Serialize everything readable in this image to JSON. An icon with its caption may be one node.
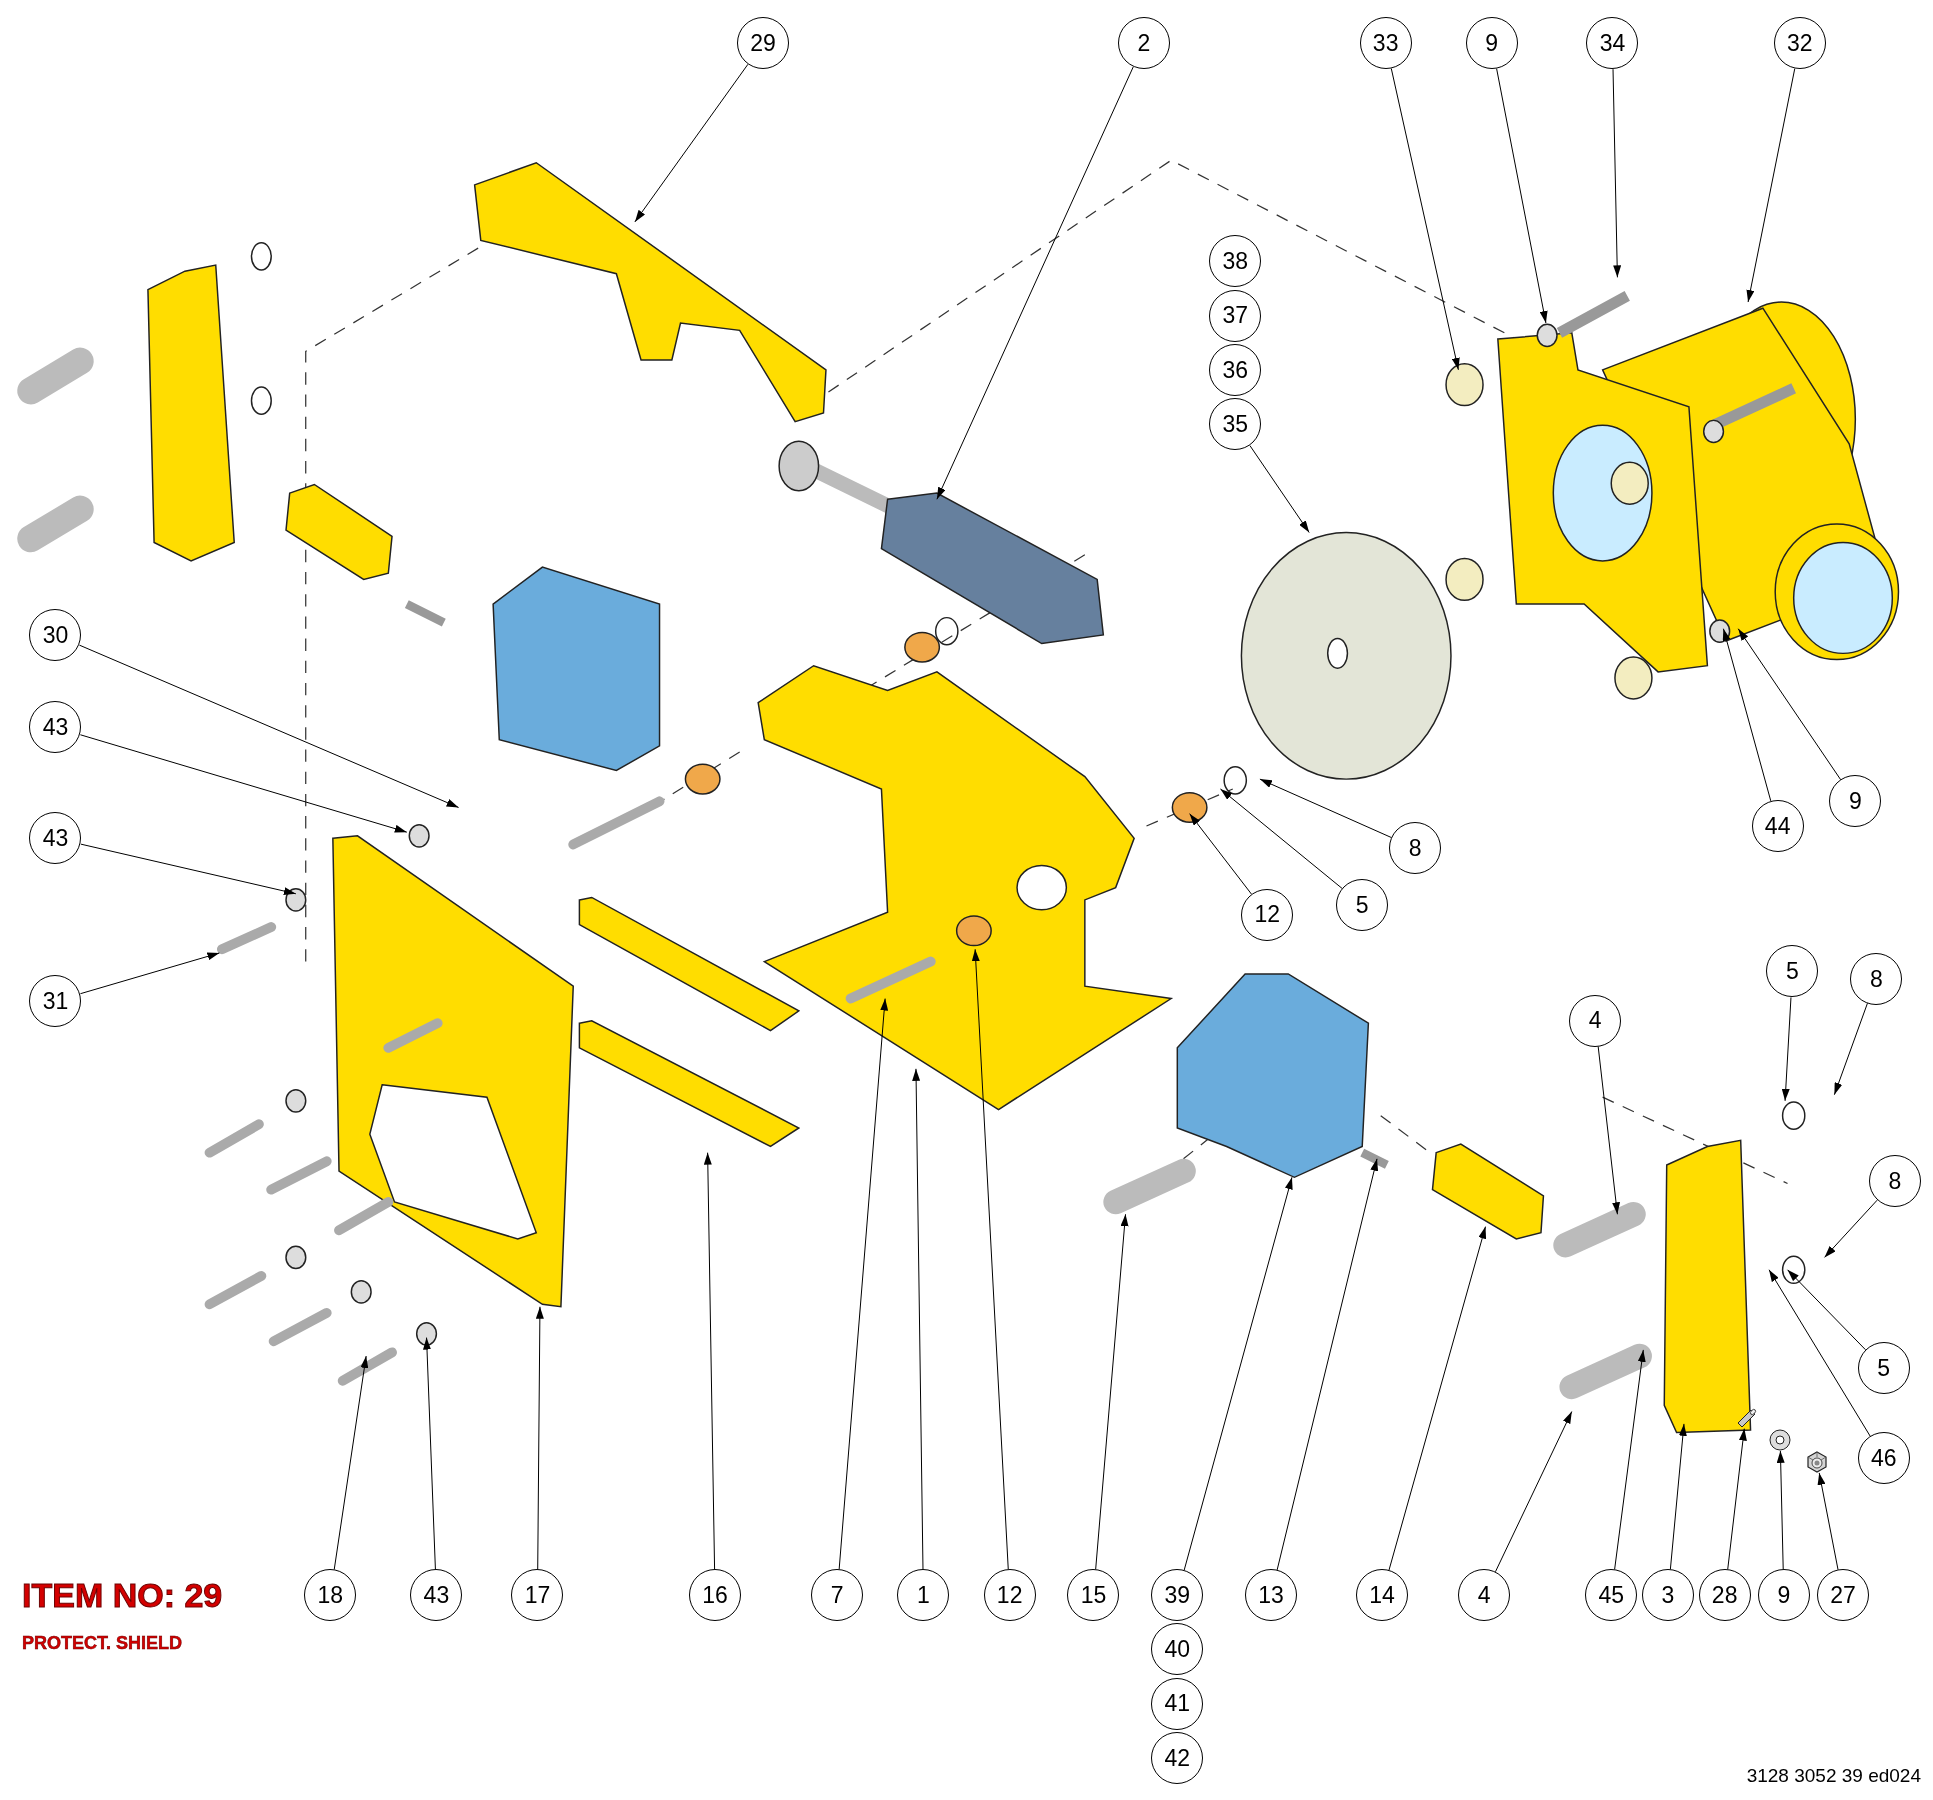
{
  "diagram": {
    "nodes": [
      {
        "text": [
          "29"
        ]
      },
      {
        "text": [
          "2"
        ]
      },
      {
        "text": [
          "33"
        ]
      },
      {
        "text": [
          "9"
        ]
      },
      {
        "text": [
          "34"
        ]
      },
      {
        "text": [
          "32"
        ]
      },
      {
        "text": [
          "38"
        ]
      },
      {
        "text": [
          "37"
        ]
      },
      {
        "text": [
          "36"
        ]
      },
      {
        "text": [
          "35"
        ]
      },
      {
        "text": [
          "30"
        ]
      },
      {
        "text": [
          "43"
        ]
      },
      {
        "text": [
          "43"
        ]
      },
      {
        "text": [
          "31"
        ]
      },
      {
        "text": [
          "9"
        ]
      },
      {
        "text": [
          "44"
        ]
      },
      {
        "text": [
          "8"
        ]
      },
      {
        "text": [
          "5"
        ]
      },
      {
        "text": [
          "12"
        ]
      },
      {
        "text": [
          "5"
        ]
      },
      {
        "text": [
          "8"
        ]
      },
      {
        "text": [
          "4"
        ]
      },
      {
        "text": [
          "8"
        ]
      },
      {
        "text": [
          "5"
        ]
      },
      {
        "text": [
          "46"
        ]
      },
      {
        "text": [
          "18"
        ]
      },
      {
        "text": [
          "43"
        ]
      },
      {
        "text": [
          "17"
        ]
      },
      {
        "text": [
          "16"
        ]
      },
      {
        "text": [
          "7"
        ]
      },
      {
        "text": [
          "1"
        ]
      },
      {
        "text": [
          "12"
        ]
      },
      {
        "text": [
          "15"
        ]
      },
      {
        "text": [
          "39"
        ]
      },
      {
        "text": [
          "13"
        ]
      },
      {
        "text": [
          "14"
        ]
      },
      {
        "text": [
          "4"
        ]
      },
      {
        "text": [
          "45"
        ]
      },
      {
        "text": [
          "3"
        ]
      },
      {
        "text": [
          "28"
        ]
      },
      {
        "text": [
          "9"
        ]
      },
      {
        "text": [
          "27"
        ]
      },
      {
        "text": [
          "40"
        ]
      },
      {
        "text": [
          "41"
        ]
      },
      {
        "text": [
          "42"
        ]
      },
      {
        "text": [],
        "shape": "picture"
      },
      {
        "text": [],
        "shape": "circle"
      },
      {
        "text": [],
        "shape": "picture"
      }
    ],
    "edges": [
      {
        "from": 0,
        "to": null,
        "arrow": "to"
      },
      {
        "from": 1,
        "to": null,
        "arrow": "to"
      },
      {
        "from": 2,
        "to": null,
        "arrow": "to"
      },
      {
        "from": 3,
        "to": null,
        "arrow": "to"
      },
      {
        "from": 4,
        "to": null,
        "arrow": "to"
      },
      {
        "from": 5,
        "to": null,
        "arrow": "to"
      },
      {
        "from": 9,
        "to": null,
        "arrow": "to"
      },
      {
        "from": 10,
        "to": null,
        "arrow": "to"
      },
      {
        "from": 11,
        "to": null,
        "arrow": "to"
      },
      {
        "from": 12,
        "to": null,
        "arrow": "to"
      },
      {
        "from": 13,
        "to": null,
        "arrow": "to"
      },
      {
        "from": 14,
        "to": null,
        "arrow": "to"
      },
      {
        "from": 15,
        "to": null,
        "arrow": "to"
      },
      {
        "from": 16,
        "to": null,
        "arrow": "to"
      },
      {
        "from": 17,
        "to": null,
        "arrow": "to"
      },
      {
        "from": 18,
        "to": null,
        "arrow": "to"
      },
      {
        "from": 19,
        "to": null,
        "arrow": "to"
      },
      {
        "from": 20,
        "to": null,
        "arrow": "to"
      },
      {
        "from": 21,
        "to": null,
        "arrow": "to"
      },
      {
        "from": 22,
        "to": null,
        "arrow": "to"
      },
      {
        "from": 23,
        "to": null,
        "arrow": "to"
      },
      {
        "from": 24,
        "to": null,
        "arrow": "to"
      },
      {
        "from": 25,
        "to": null,
        "arrow": "to"
      },
      {
        "from": 26,
        "to": null,
        "arrow": "to"
      },
      {
        "from": 27,
        "to": null,
        "arrow": "to"
      },
      {
        "from": 28,
        "to": null,
        "arrow": "to"
      },
      {
        "from": 29,
        "to": null,
        "arrow": "to"
      },
      {
        "from": 30,
        "to": null,
        "arrow": "to"
      },
      {
        "from": 31,
        "to": null,
        "arrow": "to"
      },
      {
        "from": 32,
        "to": null,
        "arrow": "to"
      },
      {
        "from": 33,
        "to": null,
        "arrow": "to"
      },
      {
        "from": 34,
        "to": null,
        "arrow": "to"
      },
      {
        "from": 35,
        "to": null,
        "arrow": "to"
      },
      {
        "from": 36,
        "to": null,
        "arrow": "to"
      },
      {
        "from": 37,
        "to": null,
        "arrow": "to"
      },
      {
        "from": 38,
        "to": null,
        "arrow": "to"
      },
      {
        "from": 39,
        "to": 47,
        "arrow": "to"
      },
      {
        "from": 40,
        "to": 46,
        "arrow": "to"
      },
      {
        "from": 41,
        "to": 45,
        "arrow": "to"
      }
    ],
    "labels": [
      "ITEM NO: 29",
      "PROTECT. SHIELD",
      "3128 3052 39 ed024"
    ]
  }
}
